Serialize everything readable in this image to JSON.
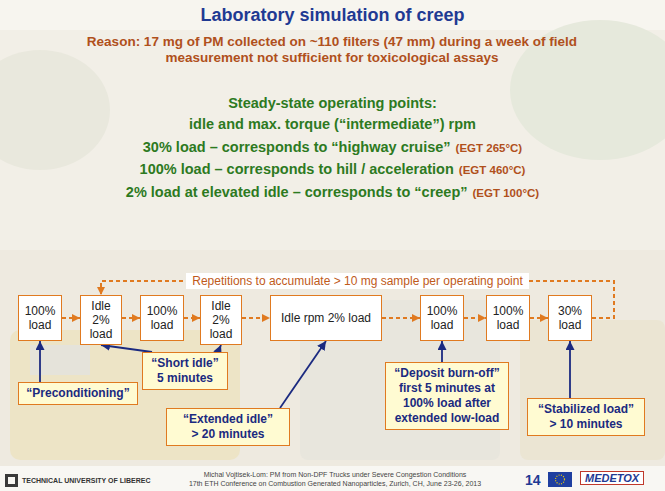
{
  "diagram": {
    "title": "Laboratory simulation of creep",
    "nodes": [
      {
        "text": [
          "100% load"
        ]
      },
      {
        "text": [
          "Idle 2% load"
        ]
      },
      {
        "text": [
          "100% load"
        ]
      },
      {
        "text": [
          "Idle 2% load"
        ]
      },
      {
        "text": [
          "Idle rpm 2% load"
        ]
      },
      {
        "text": [
          "100% load"
        ]
      },
      {
        "text": [
          "100% load"
        ]
      },
      {
        "text": [
          "30% load"
        ]
      },
      {
        "text": [
          "“Preconditioning”"
        ]
      },
      {
        "text": [
          "“Short idle”",
          "5 minutes"
        ]
      },
      {
        "text": [
          "“Extended idle”",
          "> 20 minutes"
        ]
      },
      {
        "text": [
          "“Deposit burn-off”",
          "first 5 minutes at 100% load after extended low-load"
        ]
      },
      {
        "text": [
          "“Stabilized load”",
          "> 10 minutes"
        ]
      }
    ],
    "edges": [
      {
        "from": 0,
        "to": 1,
        "arrow": "to"
      },
      {
        "from": 1,
        "to": 2,
        "arrow": "to"
      },
      {
        "from": 2,
        "to": 3,
        "arrow": "to"
      },
      {
        "from": 3,
        "to": 4,
        "arrow": "to"
      },
      {
        "from": 4,
        "to": 5,
        "arrow": "to"
      },
      {
        "from": 5,
        "to": 6,
        "arrow": "to"
      },
      {
        "from": 6,
        "to": 7,
        "arrow": "to"
      },
      {
        "from": 7,
        "to": 1,
        "label": "Repetitions to accumulate > 10 mg sample per operating point",
        "arrow": "to"
      },
      {
        "from": 8,
        "to": 0,
        "arrow": "to"
      },
      {
        "from": 9,
        "to": 1,
        "arrow": "to"
      },
      {
        "from": 9,
        "to": 3,
        "arrow": "to"
      },
      {
        "from": 10,
        "to": 4,
        "arrow": "to"
      },
      {
        "from": 11,
        "to": 5,
        "arrow": "to"
      },
      {
        "from": 12,
        "to": 7,
        "arrow": "to"
      }
    ],
    "labels": [
      "Reason: 17 mg of PM collected on ~110 filters (47 mm) during a week of field measurement not sufficient for toxicological assays",
      "Steady-state operating points:",
      "idle and max. torque (“intermediate”) rpm",
      "30% load – corresponds to “highway cruise”",
      "(EGT 265°C)",
      "100% load – corresponds to hill / acceleration",
      "(EGT 460°C)",
      "2% load at elevated idle – corresponds to “creep”",
      "(EGT 100°C)",
      "TECHNICAL UNIVERSITY OF LIBEREC",
      "Michal Vojtisek-Lom: PM from Non-DPF Trucks under Severe Congestion Conditions",
      "17th ETH Conference on Combustion Generated Nanoparticles, Zurich, CH, June 23-26, 2013",
      "14",
      "MEDETOX"
    ]
  }
}
